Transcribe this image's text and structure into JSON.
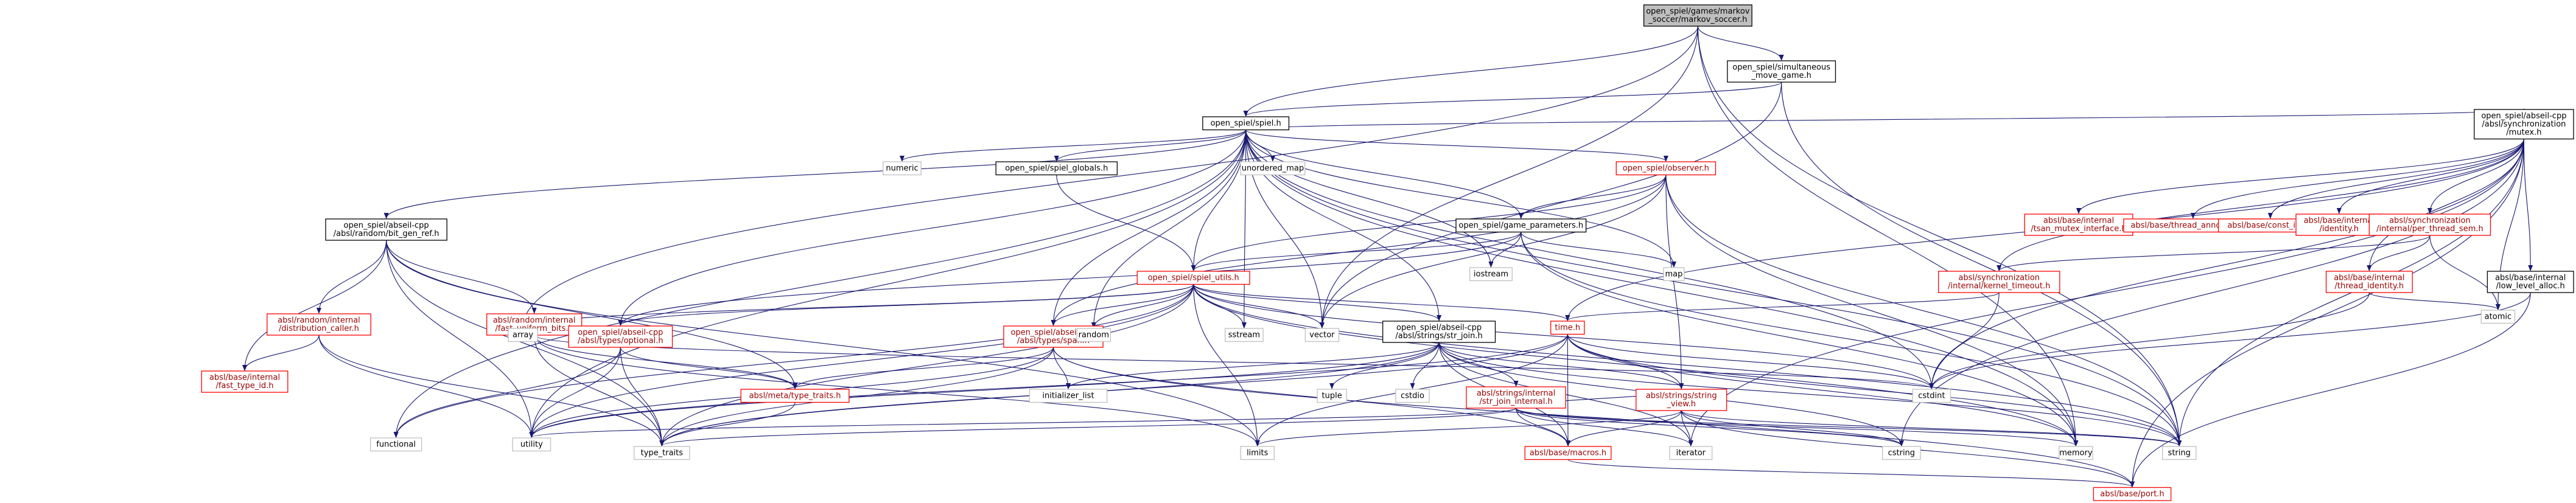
{
  "nodes": {
    "root": {
      "lines": [
        "open_spiel/games/markov",
        "_soccer/markov_soccer.h"
      ]
    },
    "simmove": {
      "lines": [
        "open_spiel/simultaneous",
        "_move_game.h"
      ]
    },
    "spiel": {
      "lines": [
        "open_spiel/spiel.h"
      ]
    },
    "mutex": {
      "lines": [
        "open_spiel/abseil-cpp",
        "/absl/synchronization",
        "/mutex.h"
      ]
    },
    "numeric": {
      "lines": [
        "numeric"
      ]
    },
    "globals": {
      "lines": [
        "open_spiel/spiel_globals.h"
      ]
    },
    "unordered_map": {
      "lines": [
        "unordered_map"
      ]
    },
    "observer": {
      "lines": [
        "open_spiel/observer.h"
      ]
    },
    "bitgenref": {
      "lines": [
        "open_spiel/abseil-cpp",
        "/absl/random/bit_gen_ref.h"
      ]
    },
    "gameparams": {
      "lines": [
        "open_spiel/game_parameters.h"
      ]
    },
    "iostream": {
      "lines": [
        "iostream"
      ]
    },
    "map": {
      "lines": [
        "map"
      ]
    },
    "tsan": {
      "lines": [
        "absl/base/internal",
        "/tsan_mutex_interface.h"
      ]
    },
    "threadann": {
      "lines": [
        "absl/base/thread_annotations.h"
      ]
    },
    "constinit": {
      "lines": [
        "absl/base/const_init.h"
      ]
    },
    "identity": {
      "lines": [
        "absl/base/internal",
        "/identity.h"
      ]
    },
    "persem": {
      "lines": [
        "absl/synchronization",
        "/internal/per_thread_sem.h"
      ]
    },
    "kerneltimeout": {
      "lines": [
        "absl/synchronization",
        "/internal/kernel_timeout.h"
      ]
    },
    "threadidentity": {
      "lines": [
        "absl/base/internal",
        "/thread_identity.h"
      ]
    },
    "lowlevelalloc": {
      "lines": [
        "absl/base/internal",
        "/low_level_alloc.h"
      ]
    },
    "atomic": {
      "lines": [
        "atomic"
      ]
    },
    "utils": {
      "lines": [
        "open_spiel/spiel_utils.h"
      ]
    },
    "distcaller": {
      "lines": [
        "absl/random/internal",
        "/distribution_caller.h"
      ]
    },
    "fastuniform": {
      "lines": [
        "absl/random/internal",
        "/fast_uniform_bits.h"
      ]
    },
    "optional": {
      "lines": [
        "open_spiel/abseil-cpp",
        "/absl/types/optional.h"
      ]
    },
    "span": {
      "lines": [
        "open_spiel/abseil-cpp",
        "/absl/types/span.h"
      ]
    },
    "array": {
      "lines": [
        "array"
      ]
    },
    "random": {
      "lines": [
        "random"
      ]
    },
    "sstream": {
      "lines": [
        "sstream"
      ]
    },
    "vector": {
      "lines": [
        "vector"
      ]
    },
    "strjoin": {
      "lines": [
        "open_spiel/abseil-cpp",
        "/absl/strings/str_join.h"
      ]
    },
    "time": {
      "lines": [
        "time.h"
      ]
    },
    "fasttypeid": {
      "lines": [
        "absl/base/internal",
        "/fast_type_id.h"
      ]
    },
    "typetraitsabsl": {
      "lines": [
        "absl/meta/type_traits.h"
      ]
    },
    "initlist": {
      "lines": [
        "initializer_list"
      ]
    },
    "tuple": {
      "lines": [
        "tuple"
      ]
    },
    "cstdio": {
      "lines": [
        "cstdio"
      ]
    },
    "strjoininternal": {
      "lines": [
        "absl/strings/internal",
        "/str_join_internal.h"
      ]
    },
    "stringview": {
      "lines": [
        "absl/strings/string",
        "_view.h"
      ]
    },
    "cstdint": {
      "lines": [
        "cstdint"
      ]
    },
    "functional": {
      "lines": [
        "functional"
      ]
    },
    "utility": {
      "lines": [
        "utility"
      ]
    },
    "type_traits": {
      "lines": [
        "type_traits"
      ]
    },
    "limits": {
      "lines": [
        "limits"
      ]
    },
    "macros": {
      "lines": [
        "absl/base/macros.h"
      ]
    },
    "iterator": {
      "lines": [
        "iterator"
      ]
    },
    "cstring": {
      "lines": [
        "cstring"
      ]
    },
    "memory": {
      "lines": [
        "memory"
      ]
    },
    "string": {
      "lines": [
        "string"
      ]
    },
    "port": {
      "lines": [
        "absl/base/port.h"
      ]
    }
  },
  "edges": [
    [
      "root",
      "simmove"
    ],
    [
      "root",
      "spiel"
    ],
    [
      "root",
      "array"
    ],
    [
      "root",
      "vector"
    ],
    [
      "root",
      "memory"
    ],
    [
      "root",
      "string"
    ],
    [
      "simmove",
      "spiel"
    ],
    [
      "simmove",
      "vector"
    ],
    [
      "simmove",
      "string"
    ],
    [
      "spiel",
      "numeric"
    ],
    [
      "spiel",
      "globals"
    ],
    [
      "spiel",
      "unordered_map"
    ],
    [
      "spiel",
      "observer"
    ],
    [
      "spiel",
      "bitgenref"
    ],
    [
      "spiel",
      "gameparams"
    ],
    [
      "spiel",
      "mutex"
    ],
    [
      "spiel",
      "iostream"
    ],
    [
      "spiel",
      "map"
    ],
    [
      "spiel",
      "utils"
    ],
    [
      "spiel",
      "optional"
    ],
    [
      "spiel",
      "span"
    ],
    [
      "spiel",
      "strjoin"
    ],
    [
      "spiel",
      "random"
    ],
    [
      "spiel",
      "sstream"
    ],
    [
      "spiel",
      "vector"
    ],
    [
      "spiel",
      "functional"
    ],
    [
      "spiel",
      "utility"
    ],
    [
      "spiel",
      "memory"
    ],
    [
      "spiel",
      "string"
    ],
    [
      "spiel",
      "cstdint"
    ],
    [
      "mutex",
      "tsan"
    ],
    [
      "mutex",
      "threadann"
    ],
    [
      "mutex",
      "constinit"
    ],
    [
      "mutex",
      "identity"
    ],
    [
      "mutex",
      "persem"
    ],
    [
      "mutex",
      "kerneltimeout"
    ],
    [
      "mutex",
      "threadidentity"
    ],
    [
      "mutex",
      "lowlevelalloc"
    ],
    [
      "mutex",
      "atomic"
    ],
    [
      "mutex",
      "time"
    ],
    [
      "mutex",
      "cstdint"
    ],
    [
      "mutex",
      "iterator"
    ],
    [
      "mutex",
      "string"
    ],
    [
      "mutex",
      "cstring"
    ],
    [
      "mutex",
      "port"
    ],
    [
      "globals",
      "utils"
    ],
    [
      "observer",
      "gameparams"
    ],
    [
      "observer",
      "utils"
    ],
    [
      "observer",
      "span"
    ],
    [
      "observer",
      "stringview"
    ],
    [
      "observer",
      "vector"
    ],
    [
      "observer",
      "memory"
    ],
    [
      "observer",
      "string"
    ],
    [
      "gameparams",
      "utils"
    ],
    [
      "gameparams",
      "map"
    ],
    [
      "gameparams",
      "iostream"
    ],
    [
      "gameparams",
      "string"
    ],
    [
      "gameparams",
      "optional"
    ],
    [
      "gameparams",
      "memory"
    ],
    [
      "persem",
      "kerneltimeout"
    ],
    [
      "persem",
      "threadidentity"
    ],
    [
      "persem",
      "atomic"
    ],
    [
      "kerneltimeout",
      "time"
    ],
    [
      "kerneltimeout",
      "cstdint"
    ],
    [
      "threadidentity",
      "atomic"
    ],
    [
      "threadidentity",
      "cstdint"
    ],
    [
      "lowlevelalloc",
      "cstdint"
    ],
    [
      "lowlevelalloc",
      "port"
    ],
    [
      "bitgenref",
      "distcaller"
    ],
    [
      "bitgenref",
      "fastuniform"
    ],
    [
      "bitgenref",
      "typetraitsabsl"
    ],
    [
      "bitgenref",
      "fasttypeid"
    ],
    [
      "bitgenref",
      "type_traits"
    ],
    [
      "bitgenref",
      "utility"
    ],
    [
      "bitgenref",
      "limits"
    ],
    [
      "utils",
      "optional"
    ],
    [
      "utils",
      "span"
    ],
    [
      "utils",
      "strjoin"
    ],
    [
      "utils",
      "time"
    ],
    [
      "utils",
      "array"
    ],
    [
      "utils",
      "random"
    ],
    [
      "utils",
      "sstream"
    ],
    [
      "utils",
      "vector"
    ],
    [
      "utils",
      "cstdint"
    ],
    [
      "utils",
      "functional"
    ],
    [
      "utils",
      "utility"
    ],
    [
      "utils",
      "type_traits"
    ],
    [
      "utils",
      "limits"
    ],
    [
      "utils",
      "string"
    ],
    [
      "utils",
      "memory"
    ],
    [
      "distcaller",
      "fasttypeid"
    ],
    [
      "distcaller",
      "utility"
    ],
    [
      "distcaller",
      "type_traits"
    ],
    [
      "fastuniform",
      "typetraitsabsl"
    ],
    [
      "fastuniform",
      "limits"
    ],
    [
      "fastuniform",
      "type_traits"
    ],
    [
      "fastuniform",
      "cstdint"
    ],
    [
      "optional",
      "typetraitsabsl"
    ],
    [
      "optional",
      "utility"
    ],
    [
      "optional",
      "type_traits"
    ],
    [
      "optional",
      "functional"
    ],
    [
      "span",
      "typetraitsabsl"
    ],
    [
      "span",
      "initlist"
    ],
    [
      "span",
      "macros"
    ],
    [
      "span",
      "type_traits"
    ],
    [
      "span",
      "utility"
    ],
    [
      "span",
      "port"
    ],
    [
      "strjoin",
      "strjoininternal"
    ],
    [
      "strjoin",
      "stringview"
    ],
    [
      "strjoin",
      "macros"
    ],
    [
      "strjoin",
      "initlist"
    ],
    [
      "strjoin",
      "tuple"
    ],
    [
      "strjoin",
      "cstdio"
    ],
    [
      "strjoin",
      "iterator"
    ],
    [
      "strjoin",
      "string"
    ],
    [
      "strjoin",
      "type_traits"
    ],
    [
      "strjoin",
      "utility"
    ],
    [
      "strjoin",
      "cstring"
    ],
    [
      "time",
      "stringview"
    ],
    [
      "time",
      "macros"
    ],
    [
      "time",
      "cstdint"
    ],
    [
      "time",
      "limits"
    ],
    [
      "time",
      "string"
    ],
    [
      "time",
      "utility"
    ],
    [
      "time",
      "type_traits"
    ],
    [
      "time",
      "memory"
    ],
    [
      "typetraitsabsl",
      "type_traits"
    ],
    [
      "strjoininternal",
      "stringview"
    ],
    [
      "strjoininternal",
      "macros"
    ],
    [
      "strjoininternal",
      "iterator"
    ],
    [
      "strjoininternal",
      "memory"
    ],
    [
      "strjoininternal",
      "string"
    ],
    [
      "strjoininternal",
      "type_traits"
    ],
    [
      "strjoininternal",
      "utility"
    ],
    [
      "strjoininternal",
      "cstring"
    ],
    [
      "stringview",
      "macros"
    ],
    [
      "stringview",
      "port"
    ],
    [
      "stringview",
      "iterator"
    ],
    [
      "stringview",
      "limits"
    ],
    [
      "stringview",
      "cstring"
    ],
    [
      "stringview",
      "string"
    ],
    [
      "macros",
      "port"
    ]
  ]
}
